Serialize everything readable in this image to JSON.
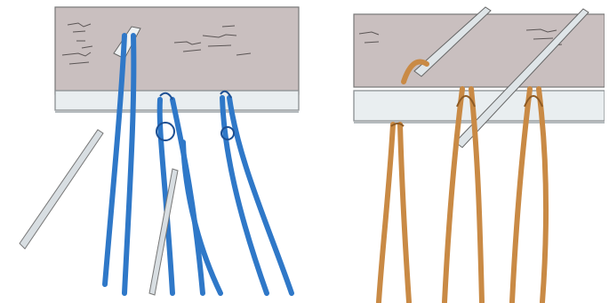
{
  "illustration": {
    "panels": [
      {
        "id": "left",
        "depicts": "blue-fringe-cord-knotting",
        "colors": {
          "fabric": "#c9bfbf",
          "rod": "#e9eef0",
          "cord": "#2f78c8",
          "cord_dark": "#1d4f92",
          "needle": "#d8dee2"
        }
      },
      {
        "id": "right",
        "depicts": "orange-fringe-cord-knotting",
        "colors": {
          "fabric": "#c9bfbf",
          "rod": "#e9eef0",
          "cord": "#c98a45",
          "cord_dark": "#8d5a24",
          "needle": "#dfe5e8"
        }
      }
    ],
    "icons": [
      "crochet-hook-icon",
      "knotting-needle-icon"
    ]
  }
}
